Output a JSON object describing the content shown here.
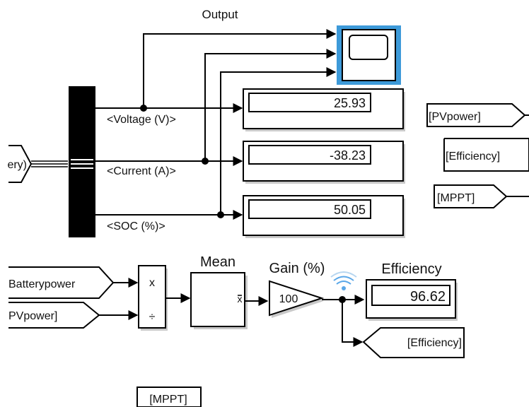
{
  "scope": {
    "title": "Output"
  },
  "bus_selector": {
    "signals": [
      "<Voltage (V)>",
      "<Current (A)>",
      "<SOC (%)>"
    ],
    "input_tag": "ery)"
  },
  "displays": [
    {
      "name": "voltage-display",
      "value": "25.93"
    },
    {
      "name": "current-display",
      "value": "-38.23"
    },
    {
      "name": "soc-display",
      "value": "50.05"
    }
  ],
  "tags_right": {
    "pv_power": "[PVpower]",
    "efficiency": "[Efficiency]",
    "mppt": "[MPPT]"
  },
  "efficiency_section": {
    "inputs": [
      "Batterypower",
      "PVpower]"
    ],
    "product_signs": [
      "x",
      "÷"
    ],
    "mean_label": "Mean",
    "gain_label": "Gain (%)",
    "gain_value": "100",
    "efficiency_label": "Efficiency",
    "efficiency_value": "96.62",
    "goto_tag": "[Efficiency]"
  },
  "bottom_tag": "[MPPT]",
  "colors": {
    "selection": "#3d9ad9",
    "wireless_icon": "#5aa7e8"
  }
}
